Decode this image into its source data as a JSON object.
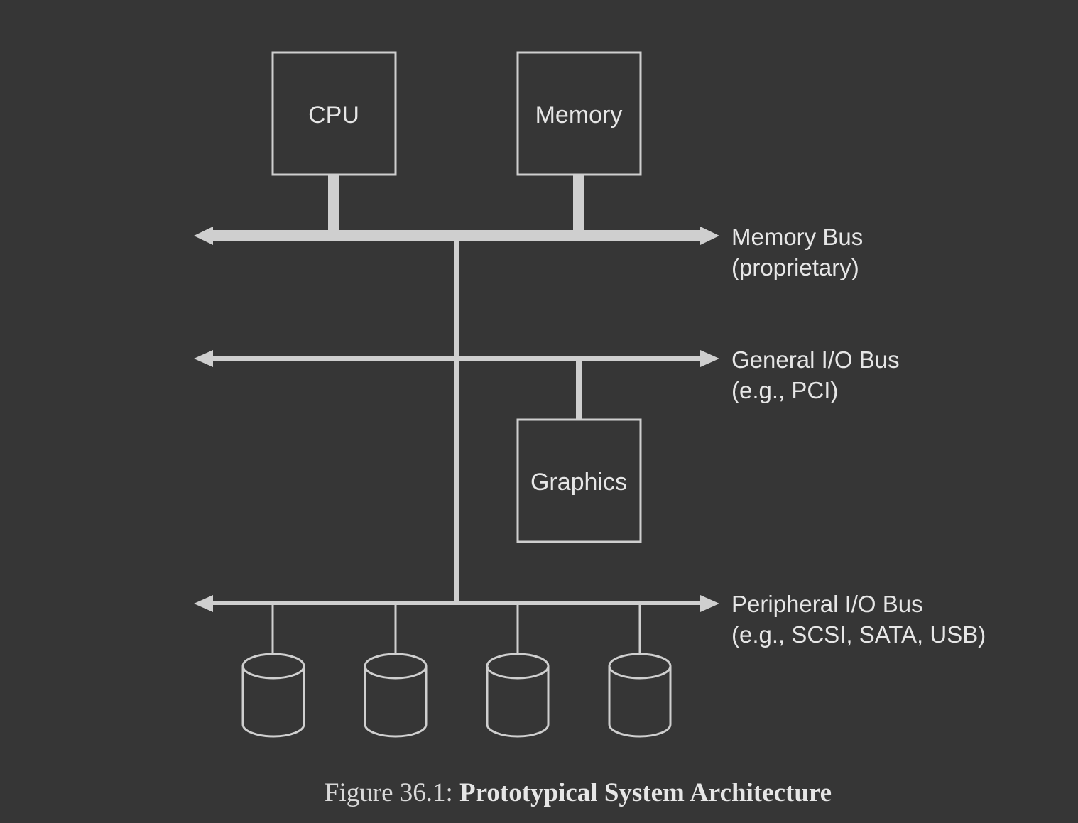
{
  "colors": {
    "background": "#363636",
    "stroke": "#cfcfcf",
    "text": "#e6e6e6"
  },
  "components": {
    "cpu": "CPU",
    "memory": "Memory",
    "graphics": "Graphics"
  },
  "buses": {
    "memory_bus": {
      "name": "Memory Bus",
      "note": "(proprietary)"
    },
    "general_io_bus": {
      "name": "General I/O Bus",
      "note": "(e.g., PCI)"
    },
    "peripheral_io_bus": {
      "name": "Peripheral I/O Bus",
      "note": "(e.g., SCSI, SATA, USB)"
    }
  },
  "disks": {
    "count": 4
  },
  "caption": {
    "prefix": "Figure 36.1: ",
    "title": "Prototypical System Architecture"
  }
}
